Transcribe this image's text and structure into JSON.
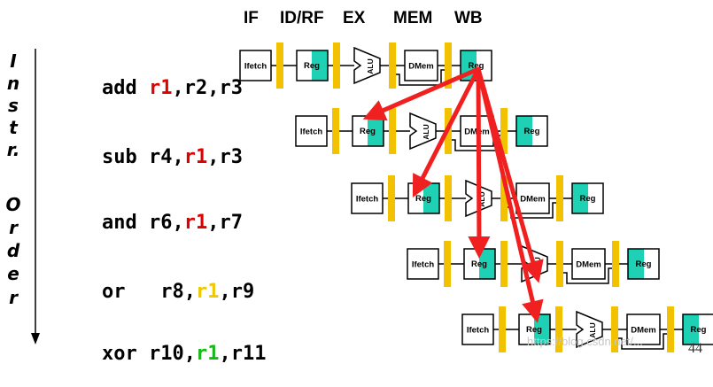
{
  "stages": [
    "IF",
    "ID/RF",
    "EX",
    "MEM",
    "WB"
  ],
  "side_label": [
    "I",
    "n",
    "s",
    "t",
    "r.",
    "O",
    "r",
    "d",
    "e",
    "r"
  ],
  "instructions": [
    {
      "op": "add",
      "parts": [
        {
          "t": "add ",
          "c": "#000000"
        },
        {
          "t": "r1",
          "c": "#e00000"
        },
        {
          "t": ",r2,r3",
          "c": "#000000"
        }
      ]
    },
    {
      "op": "sub",
      "parts": [
        {
          "t": "sub r4,",
          "c": "#000000"
        },
        {
          "t": "r1",
          "c": "#e00000"
        },
        {
          "t": ",r3",
          "c": "#000000"
        }
      ]
    },
    {
      "op": "and",
      "parts": [
        {
          "t": "and r6,",
          "c": "#000000"
        },
        {
          "t": "r1",
          "c": "#e00000"
        },
        {
          "t": ",r7",
          "c": "#000000"
        }
      ]
    },
    {
      "op": "or",
      "parts": [
        {
          "t": "or   r8,",
          "c": "#000000"
        },
        {
          "t": "r1",
          "c": "#f0c800"
        },
        {
          "t": ",r9",
          "c": "#000000"
        }
      ]
    },
    {
      "op": "xor",
      "parts": [
        {
          "t": "xor r10,",
          "c": "#000000"
        },
        {
          "t": "r1",
          "c": "#18b818"
        },
        {
          "t": ",r11",
          "c": "#000000"
        }
      ]
    }
  ],
  "block_labels": {
    "ifetch": "Ifetch",
    "reg": "Reg",
    "alu": "ALU",
    "dmem": "DMem"
  },
  "page_number": "44",
  "watermark": "https://blog.csdn.net/...",
  "colors": {
    "latch": "#f2c200",
    "reg_fill": "#1ed0b4",
    "arrow": "#f02020",
    "red": "#e00000",
    "yellow": "#f0c800",
    "green": "#18b818"
  }
}
